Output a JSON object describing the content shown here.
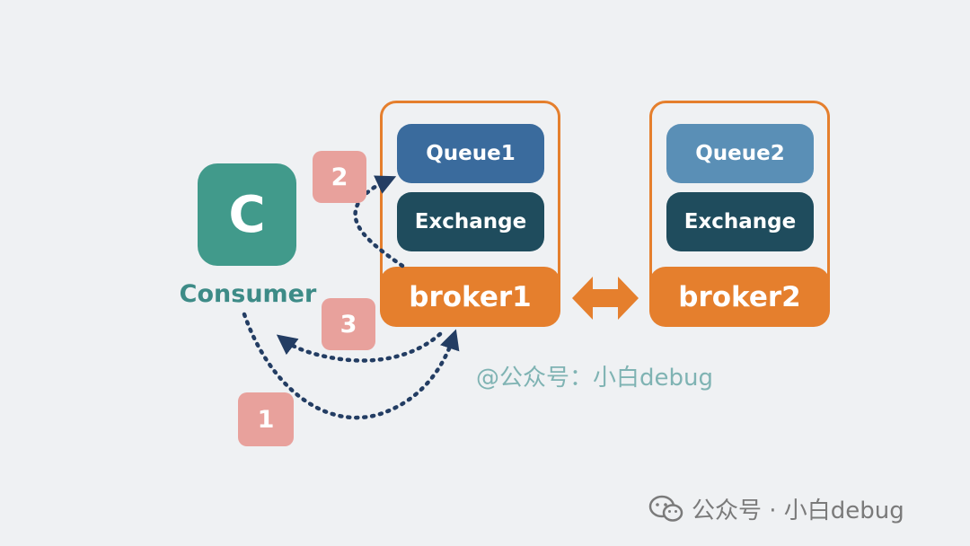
{
  "consumer": {
    "letter": "C",
    "label": "Consumer"
  },
  "brokers": [
    {
      "name": "broker1",
      "queue": "Queue1",
      "exchange": "Exchange"
    },
    {
      "name": "broker2",
      "queue": "Queue2",
      "exchange": "Exchange"
    }
  ],
  "steps": [
    "1",
    "2",
    "3"
  ],
  "watermark": {
    "mid": "@公众号：小白debug",
    "bottom": "公众号 · 小白debug"
  },
  "colors": {
    "consumer": "#419a8b",
    "broker": "#e57f2d",
    "queue1": "#3a6b9d",
    "queue2": "#5a8fb6",
    "exchange": "#1f4c5d",
    "badge": "#e8a19c",
    "arrow": "#233d63"
  }
}
